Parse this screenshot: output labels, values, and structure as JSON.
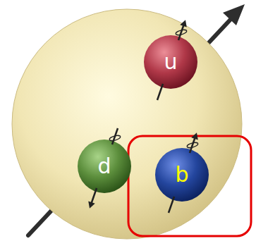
{
  "diagram": {
    "nodes": [
      {
        "text": [
          "u"
        ]
      },
      {
        "text": [
          "d"
        ]
      },
      {
        "text": [
          "b"
        ]
      }
    ]
  }
}
